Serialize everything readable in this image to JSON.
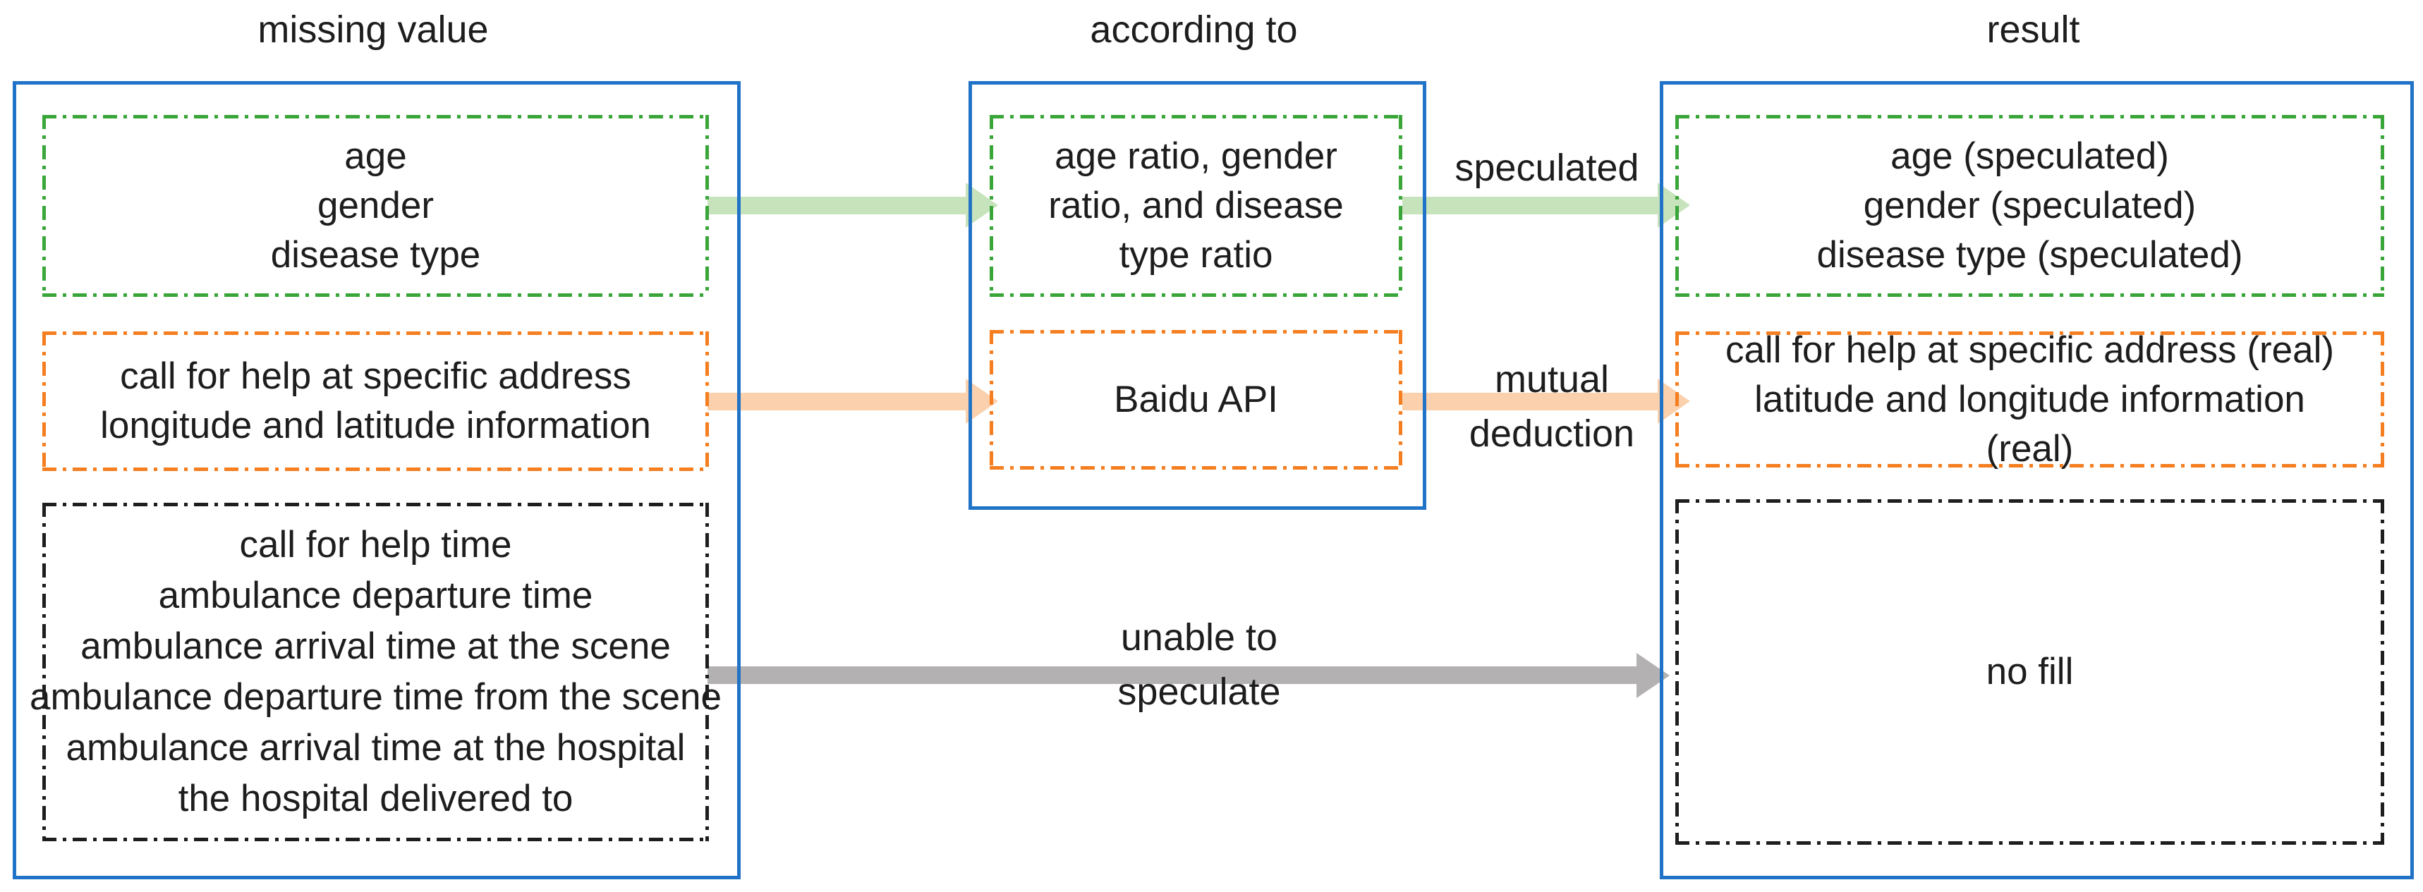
{
  "titles": {
    "left": "missing value",
    "middle": "according to",
    "right": "result"
  },
  "columns": {
    "left": {
      "green": [
        "age",
        "gender",
        "disease type"
      ],
      "orange": [
        "call for help at specific address",
        "longitude and latitude information"
      ],
      "black": [
        "call for help time",
        "ambulance departure time",
        "ambulance arrival time at the scene",
        "ambulance departure time from the scene",
        "ambulance arrival time at the hospital",
        "the hospital delivered to"
      ]
    },
    "middle": {
      "green": [
        "age ratio, gender",
        "ratio, and disease",
        "type ratio"
      ],
      "orange": [
        "Baidu API"
      ]
    },
    "right": {
      "green": [
        "age (speculated)",
        "gender (speculated)",
        "disease type (speculated)"
      ],
      "orange": [
        "call for help at specific address (real)",
        "latitude and longitude information",
        "(real)"
      ],
      "black": [
        "no fill"
      ]
    }
  },
  "arrow_labels": {
    "speculated": "speculated",
    "mutual_line1": "mutual",
    "mutual_line2": "deduction",
    "unable": "unable to speculate"
  },
  "colors": {
    "blue_border": "#2173c7",
    "green_dash": "#3aa63a",
    "orange_dash": "#f57e20",
    "black_dash": "#1e1e1e",
    "green_arrow": "#c7e3bb",
    "orange_arrow": "#fbd1ad",
    "gray_arrow": "#b3b1b1",
    "text": "#1d1d1d"
  }
}
